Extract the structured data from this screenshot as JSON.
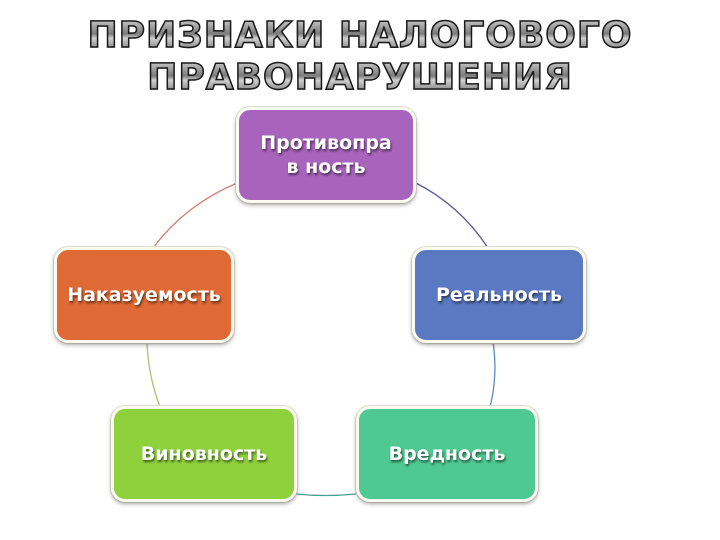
{
  "title": {
    "line1": "ПРИЗНАКИ НАЛОГОВОГО",
    "line2": "ПРАВОНАРУШЕНИЯ"
  },
  "diagram": {
    "type": "cycle",
    "nodes": [
      {
        "id": "protivopravnost",
        "label": "Противоправ ность",
        "color": "#a864bc"
      },
      {
        "id": "realnost",
        "label": "Реальность",
        "color": "#5b79c2"
      },
      {
        "id": "vrednost",
        "label": "Вредность",
        "color": "#4dc991"
      },
      {
        "id": "vinovnost",
        "label": "Виновность",
        "color": "#8fd13c"
      },
      {
        "id": "nakazuemost",
        "label": "Наказуемость",
        "color": "#e06a35"
      }
    ],
    "connectors": [
      {
        "from": "protivopravnost",
        "to": "realnost",
        "color": "#5a5a9a"
      },
      {
        "from": "realnost",
        "to": "vrednost",
        "color": "#5b8bc2"
      },
      {
        "from": "vrednost",
        "to": "vinovnost",
        "color": "#4aa090"
      },
      {
        "from": "vinovnost",
        "to": "nakazuemost",
        "color": "#b0c070"
      },
      {
        "from": "nakazuemost",
        "to": "protivopravnost",
        "color": "#d08070"
      }
    ]
  }
}
